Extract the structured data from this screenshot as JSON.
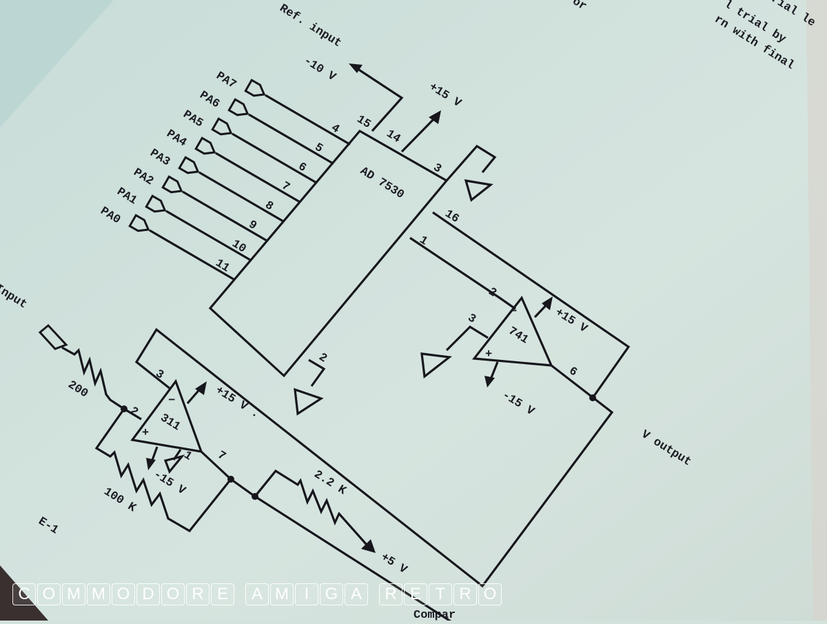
{
  "figure_id": "E-1",
  "top_text_fragments": [
    "or",
    "l trial by",
    "trial le",
    "rn with final"
  ],
  "ref_input": {
    "label": "Ref. input",
    "voltage": "-10 V"
  },
  "dac": {
    "name": "AD 7530",
    "pins": {
      "ref": "15",
      "vdd": "14",
      "p3": "3",
      "p16": "16",
      "p1": "1",
      "gnd": "2"
    },
    "inputs": [
      {
        "label": "PA7",
        "pin": "4"
      },
      {
        "label": "PA6",
        "pin": "5"
      },
      {
        "label": "PA5",
        "pin": "6"
      },
      {
        "label": "PA4",
        "pin": "7"
      },
      {
        "label": "PA3",
        "pin": "8"
      },
      {
        "label": "PA2",
        "pin": "9"
      },
      {
        "label": "PA1",
        "pin": "10"
      },
      {
        "label": "PA0",
        "pin": "11"
      }
    ]
  },
  "supply_plus15": "+15 V",
  "opamp": {
    "name": "741",
    "pin_inv": "2",
    "pin_noninv": "3",
    "pin_out": "6",
    "minus": "−",
    "plus": "+",
    "vpos": "+15 V",
    "vneg": "-15 V"
  },
  "v_output": "V output",
  "comparator": {
    "name": "311",
    "pin_inv": "3",
    "pin_noninv": "2",
    "pin_out": "7",
    "pin_gnd": "1",
    "minus": "−",
    "plus": "+",
    "vpos": "+15 V .",
    "vneg": "-15 V"
  },
  "input_label": "Input",
  "r_input": "200",
  "r_feedback": "100 K",
  "r_pullup": "2.2 K",
  "pullup_supply": "+5 V",
  "compar_label": "Compar",
  "watermark": "COMMODORE AMIGA RETRO"
}
